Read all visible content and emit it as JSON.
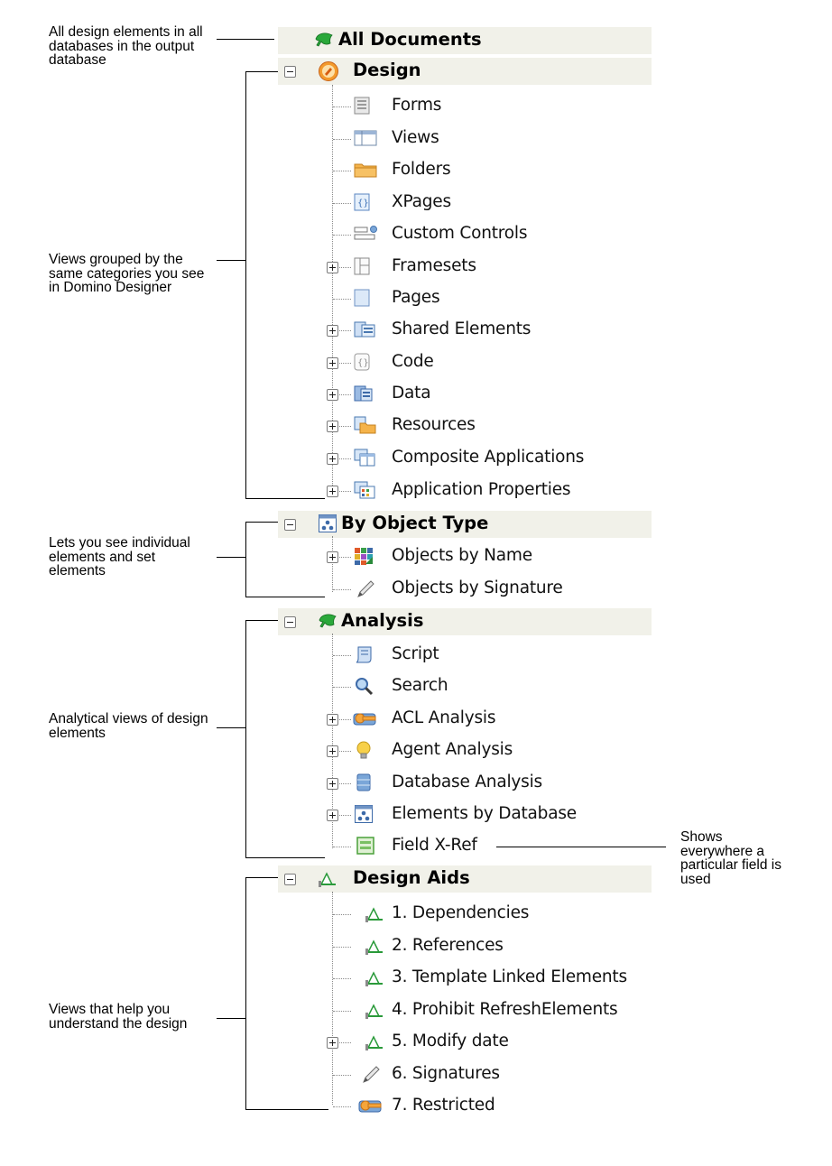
{
  "annotations": {
    "all_documents": [
      "All design elements in all",
      "databases in the output",
      "database"
    ],
    "design": [
      "Views grouped by the",
      "same categories you see",
      "in Domino Designer"
    ],
    "by_object_type": [
      "Lets you see individual",
      "elements and set",
      "elements"
    ],
    "analysis": [
      "Analytical views of design",
      "elements"
    ],
    "field_xref": [
      "Shows",
      "everywhere a",
      "particular field is",
      "used"
    ],
    "design_aids": [
      "Views that help you",
      "understand the design"
    ]
  },
  "tree": {
    "all_documents": {
      "label": "All Documents",
      "icon": "green-leaf-icon"
    },
    "design": {
      "label": "Design",
      "icon": "design-orange-icon",
      "items": [
        {
          "label": "Forms",
          "icon": "form-icon",
          "expandable": false
        },
        {
          "label": "Views",
          "icon": "view-icon",
          "expandable": false
        },
        {
          "label": "Folders",
          "icon": "folder-icon",
          "expandable": false
        },
        {
          "label": "XPages",
          "icon": "xpage-icon",
          "expandable": false
        },
        {
          "label": "Custom Controls",
          "icon": "custom-control-icon",
          "expandable": false
        },
        {
          "label": "Framesets",
          "icon": "frameset-icon",
          "expandable": true
        },
        {
          "label": "Pages",
          "icon": "page-icon",
          "expandable": false
        },
        {
          "label": "Shared Elements",
          "icon": "shared-elements-icon",
          "expandable": true
        },
        {
          "label": "Code",
          "icon": "code-icon",
          "expandable": true
        },
        {
          "label": "Data",
          "icon": "data-icon",
          "expandable": true
        },
        {
          "label": "Resources",
          "icon": "resources-icon",
          "expandable": true
        },
        {
          "label": "Composite Applications",
          "icon": "composite-app-icon",
          "expandable": true
        },
        {
          "label": "Application Properties",
          "icon": "app-properties-icon",
          "expandable": true
        }
      ]
    },
    "by_object_type": {
      "label": "By Object Type",
      "icon": "object-type-icon",
      "items": [
        {
          "label": "Objects by Name",
          "icon": "grid-color-icon",
          "expandable": true
        },
        {
          "label": "Objects by Signature",
          "icon": "pen-icon",
          "expandable": false
        }
      ]
    },
    "analysis": {
      "label": "Analysis",
      "icon": "green-leaf-icon",
      "items": [
        {
          "label": "Script",
          "icon": "script-icon",
          "expandable": false
        },
        {
          "label": "Search",
          "icon": "magnifier-icon",
          "expandable": false
        },
        {
          "label": "ACL Analysis",
          "icon": "key-icon",
          "expandable": true
        },
        {
          "label": "Agent Analysis",
          "icon": "lightbulb-icon",
          "expandable": true
        },
        {
          "label": "Database Analysis",
          "icon": "database-icon",
          "expandable": true
        },
        {
          "label": "Elements by Database",
          "icon": "object-type-icon",
          "expandable": true
        },
        {
          "label": "Field X-Ref",
          "icon": "field-icon",
          "expandable": false
        }
      ]
    },
    "design_aids": {
      "label": "Design Aids",
      "icon": "design-aid-icon",
      "items": [
        {
          "label": "1. Dependencies",
          "icon": "design-aid-icon",
          "expandable": false
        },
        {
          "label": "2. References",
          "icon": "design-aid-icon",
          "expandable": false
        },
        {
          "label": "3. Template Linked Elements",
          "icon": "design-aid-icon",
          "expandable": false
        },
        {
          "label": "4. Prohibit RefreshElements",
          "icon": "design-aid-icon",
          "expandable": false
        },
        {
          "label": "5. Modify date",
          "icon": "design-aid-icon",
          "expandable": true
        },
        {
          "label": "6. Signatures",
          "icon": "pen-icon",
          "expandable": false
        },
        {
          "label": "7. Restricted",
          "icon": "key-icon",
          "expandable": false
        }
      ]
    }
  }
}
